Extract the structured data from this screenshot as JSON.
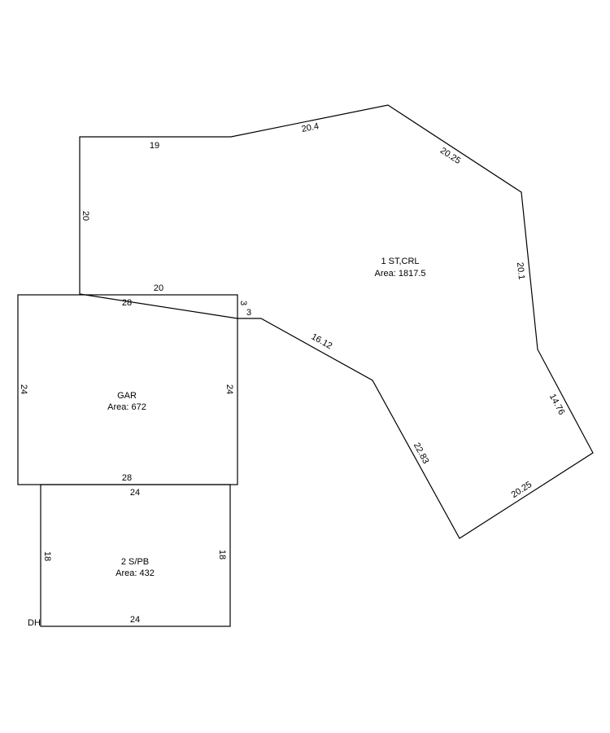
{
  "areas": [
    {
      "name": "1 ST,CRL",
      "area_label": "Area: 1817.5"
    },
    {
      "name": "GAR",
      "area_label": "Area: 672"
    },
    {
      "name": "2 S/PB",
      "area_label": "Area: 432"
    }
  ],
  "dims": {
    "st_top_left": "19",
    "st_top_slope": "20.4",
    "st_upper_right": "20.25",
    "st_right": "20.1",
    "st_lower_right": "14.76",
    "st_bottom": "20.25",
    "st_bottom_left": "22.83",
    "st_inner": "16.12",
    "st_step_a": "3",
    "st_step_b": "3",
    "st_left": "20",
    "st_base": "20",
    "gar_top": "28",
    "gar_left": "24",
    "gar_right": "24",
    "gar_bottom": "28",
    "pb_top": "24",
    "pb_left": "18",
    "pb_right": "18",
    "pb_bottom": "24"
  },
  "marker": "DH"
}
